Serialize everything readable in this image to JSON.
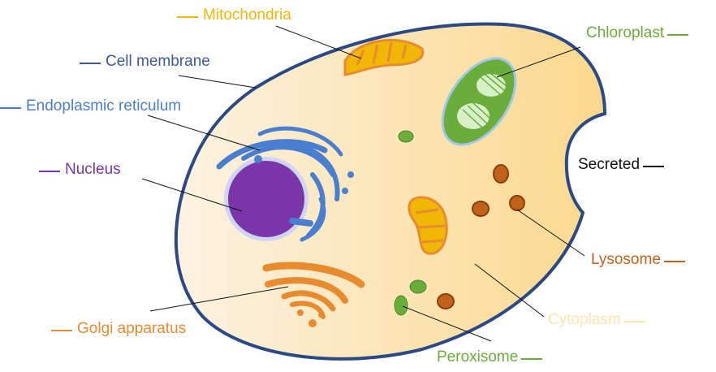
{
  "labels": {
    "mitochondria": "Mitochondria",
    "cell_membrane": "Cell membrane",
    "endoplasmic_reticulum": "Endoplasmic reticulum",
    "nucleus": "Nucleus",
    "golgi_apparatus": "Golgi apparatus",
    "chloroplast": "Chloroplast",
    "secreted": "Secreted",
    "lysosome": "Lysosome",
    "cytoplasm": "Cytoplasm",
    "peroxisome": "Peroxisome"
  },
  "colors": {
    "mitochondria": "#f2b705",
    "cell_membrane": "#3a5a9a",
    "endoplasmic_reticulum": "#4a7fd0",
    "nucleus": "#7a35a8",
    "golgi_apparatus": "#e88a2e",
    "chloroplast": "#6aad3a",
    "secreted": "#111111",
    "lysosome": "#c0621a",
    "cytoplasm": "#fbe7b0",
    "peroxisome": "#6aad3a",
    "membrane_stroke": "#2b4a85"
  }
}
